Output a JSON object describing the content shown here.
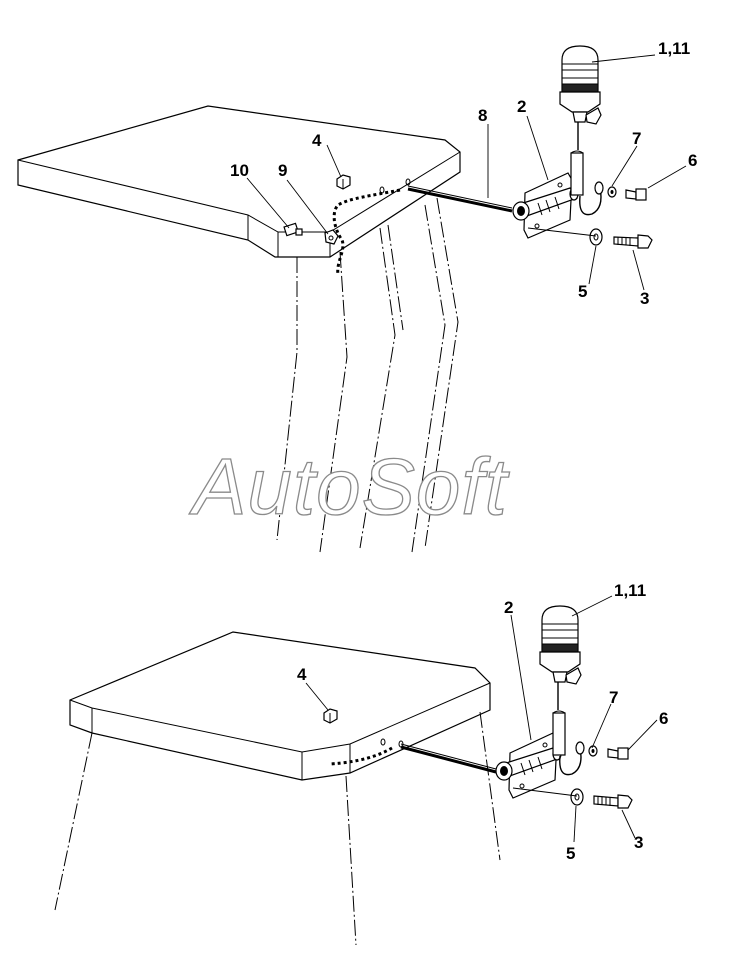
{
  "diagram": {
    "watermark": "AutoSoft",
    "top_view": {
      "callouts": {
        "beacon": "1,11",
        "bracket": "2",
        "bolt": "3",
        "nut": "4",
        "washer": "5",
        "screw": "6",
        "lock_washer": "7",
        "harness": "8",
        "clip": "9",
        "connector": "10"
      }
    },
    "bottom_view": {
      "callouts": {
        "beacon": "1,11",
        "bracket": "2",
        "bolt": "3",
        "nut": "4",
        "washer": "5",
        "screw": "6",
        "lock_washer": "7"
      }
    }
  }
}
